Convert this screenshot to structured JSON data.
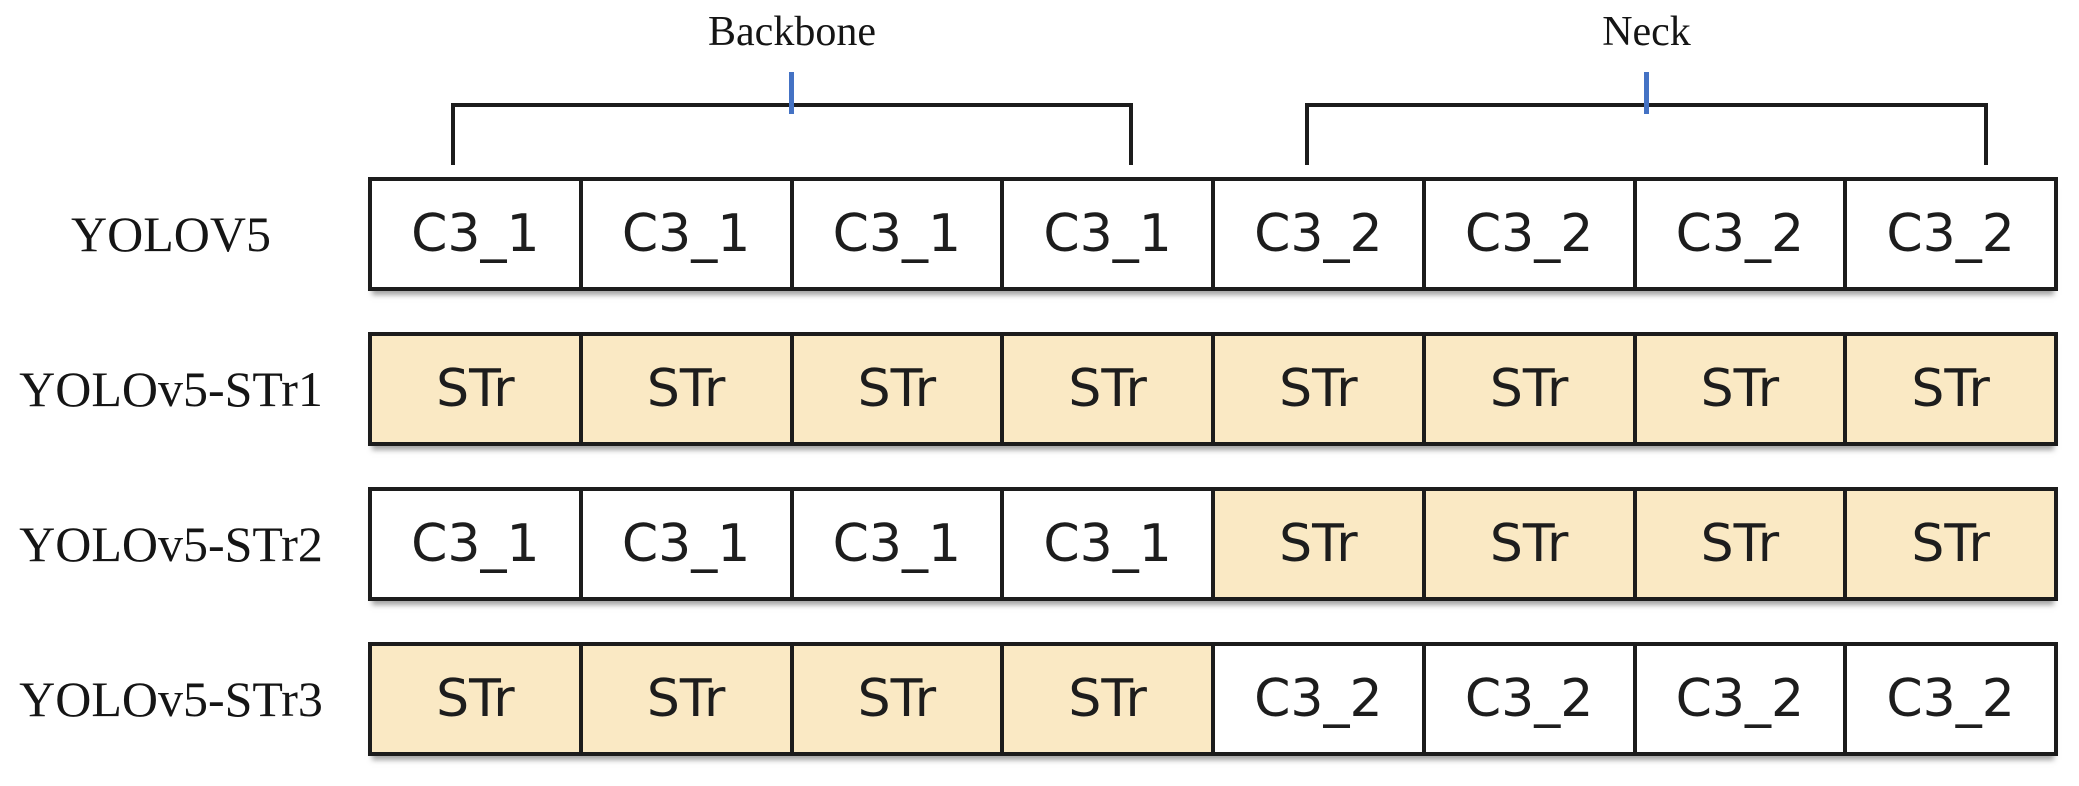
{
  "figure": {
    "brackets": [
      {
        "id": "backbone",
        "label": "Backbone"
      },
      {
        "id": "neck",
        "label": "Neck"
      }
    ],
    "rows": [
      {
        "label": "YOLOV5",
        "cells": [
          {
            "text": "C3_1",
            "highlight": false
          },
          {
            "text": "C3_1",
            "highlight": false
          },
          {
            "text": "C3_1",
            "highlight": false
          },
          {
            "text": "C3_1",
            "highlight": false
          },
          {
            "text": "C3_2",
            "highlight": false
          },
          {
            "text": "C3_2",
            "highlight": false
          },
          {
            "text": "C3_2",
            "highlight": false
          },
          {
            "text": "C3_2",
            "highlight": false
          }
        ]
      },
      {
        "label": "YOLOv5-STr1",
        "cells": [
          {
            "text": "STr",
            "highlight": true
          },
          {
            "text": "STr",
            "highlight": true
          },
          {
            "text": "STr",
            "highlight": true
          },
          {
            "text": "STr",
            "highlight": true
          },
          {
            "text": "STr",
            "highlight": true
          },
          {
            "text": "STr",
            "highlight": true
          },
          {
            "text": "STr",
            "highlight": true
          },
          {
            "text": "STr",
            "highlight": true
          }
        ]
      },
      {
        "label": "YOLOv5-STr2",
        "cells": [
          {
            "text": "C3_1",
            "highlight": false
          },
          {
            "text": "C3_1",
            "highlight": false
          },
          {
            "text": "C3_1",
            "highlight": false
          },
          {
            "text": "C3_1",
            "highlight": false
          },
          {
            "text": "STr",
            "highlight": true
          },
          {
            "text": "STr",
            "highlight": true
          },
          {
            "text": "STr",
            "highlight": true
          },
          {
            "text": "STr",
            "highlight": true
          }
        ]
      },
      {
        "label": "YOLOv5-STr3",
        "cells": [
          {
            "text": "STr",
            "highlight": true
          },
          {
            "text": "STr",
            "highlight": true
          },
          {
            "text": "STr",
            "highlight": true
          },
          {
            "text": "STr",
            "highlight": true
          },
          {
            "text": "C3_2",
            "highlight": false
          },
          {
            "text": "C3_2",
            "highlight": false
          },
          {
            "text": "C3_2",
            "highlight": false
          },
          {
            "text": "C3_2",
            "highlight": false
          }
        ]
      }
    ],
    "colors": {
      "highlight_fill": "#FAE9C4",
      "cell_fill": "#FFFFFF",
      "border": "#1C1C1C",
      "tick": "#4472C4"
    }
  }
}
